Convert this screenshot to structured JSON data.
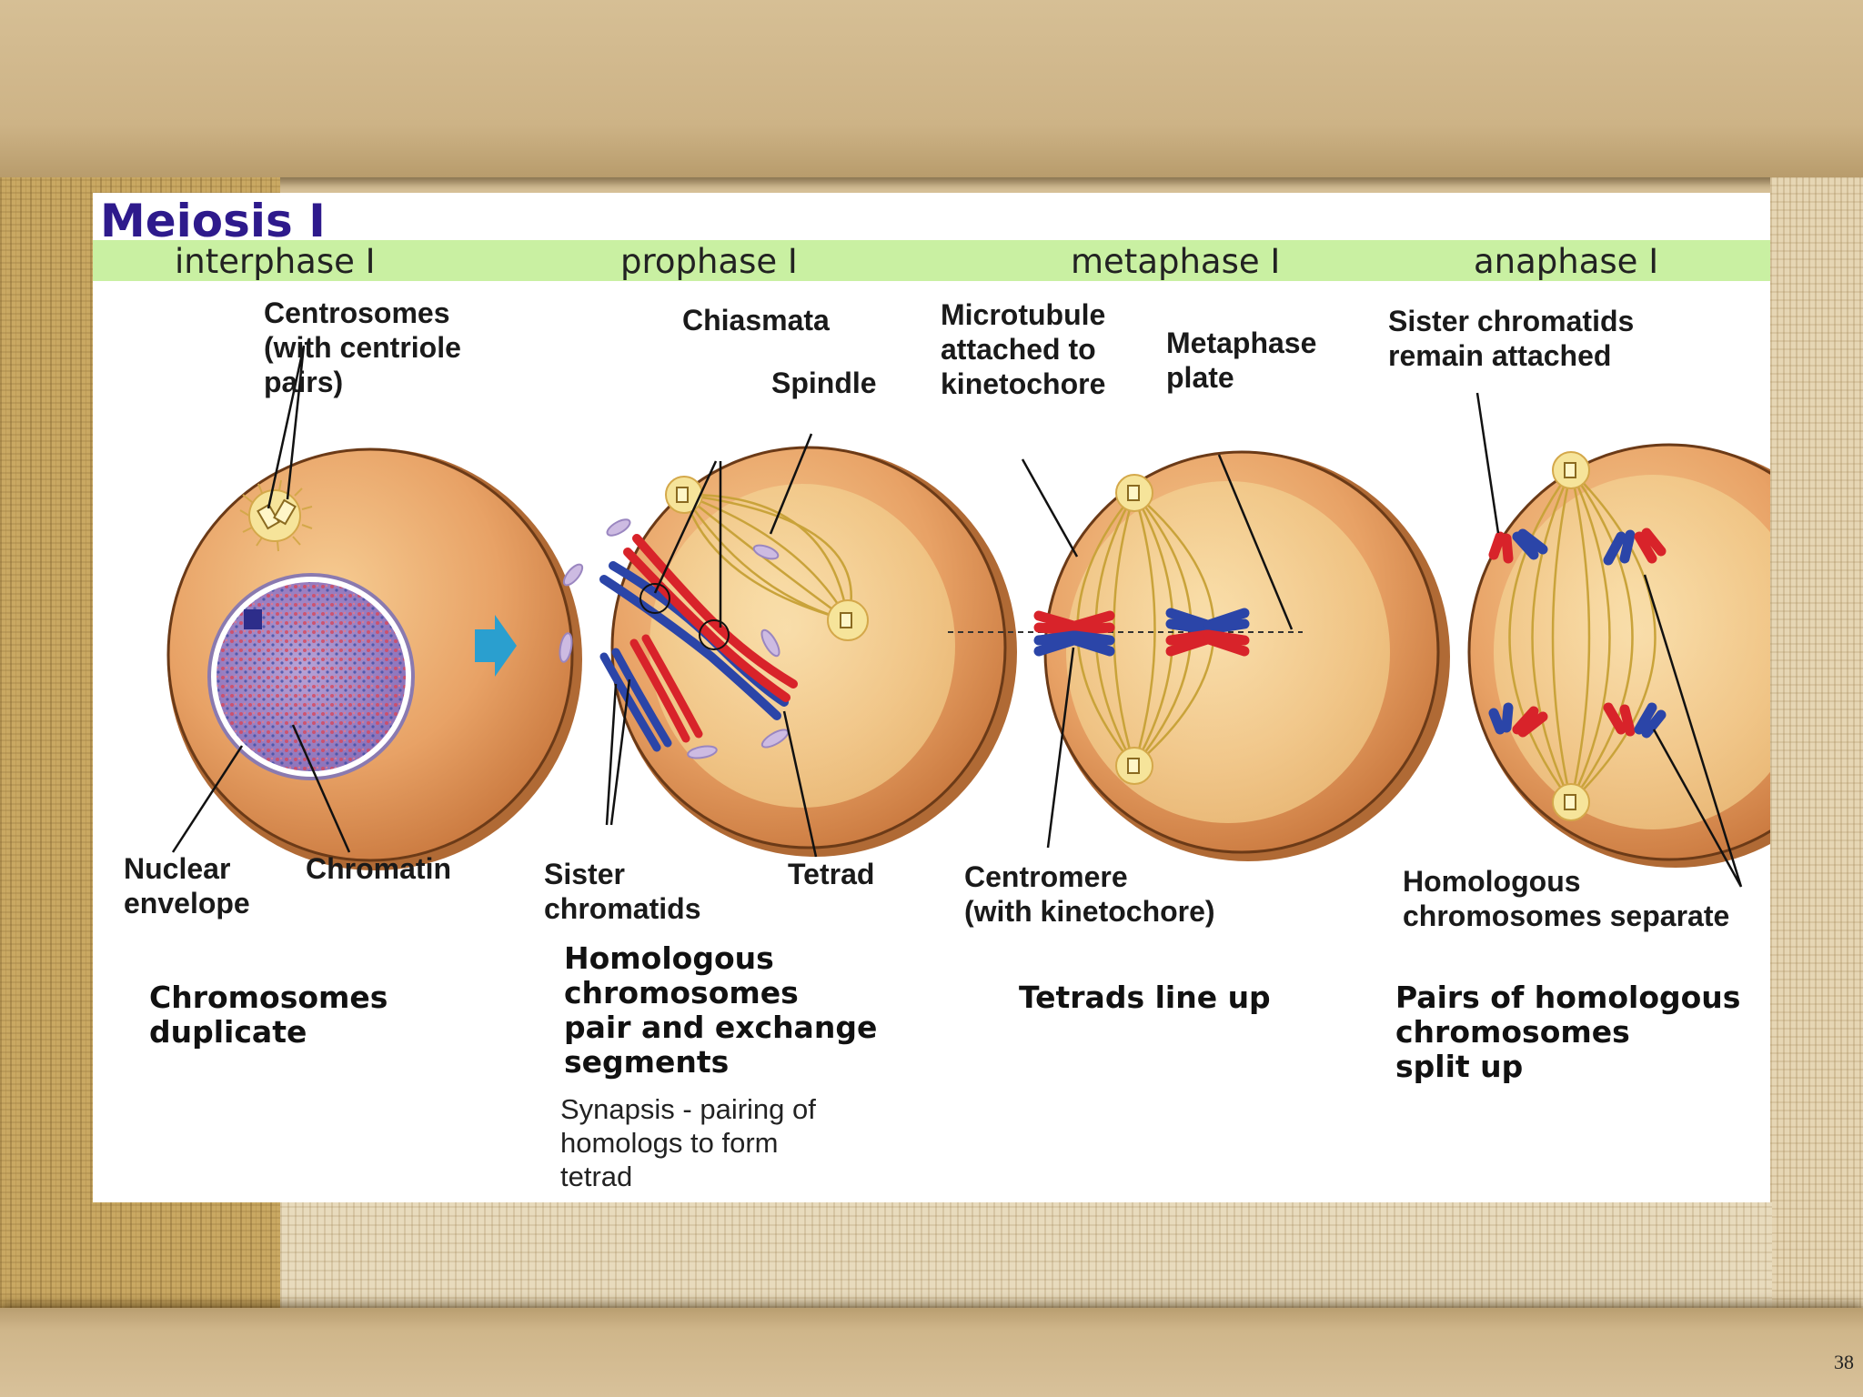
{
  "figure": {
    "title": "Meiosis I",
    "stages": [
      "interphase I",
      "prophase I",
      "metaphase I",
      "anaphase I"
    ],
    "labels": {
      "centrosomes": "Centrosomes\n(with centriole\npairs)",
      "nuclear_envelope": "Nuclear\nenvelope",
      "chromatin": "Chromatin",
      "chiasmata": "Chiasmata",
      "spindle": "Spindle",
      "sister_chromatids": "Sister\nchromatids",
      "tetrad": "Tetrad",
      "microtubule": "Microtubule\nattached to\nkinetochore",
      "metaphase_plate": "Metaphase\nplate",
      "centromere": "Centromere\n(with kinetochore)",
      "sister_remain": "Sister chromatids\nremain attached",
      "homologous_separate": "Homologous\nchromosomes separate"
    },
    "captions": {
      "interphase": "Chromosomes\nduplicate",
      "prophase": "Homologous\nchromosomes\npair and exchange\nsegments",
      "metaphase": "Tetrads line up",
      "anaphase": "Pairs of homologous\nchromosomes\nsplit up"
    },
    "note": "Synapsis - pairing of\nhomologs to form\ntetrad"
  },
  "slide": {
    "page_number": "38"
  },
  "colors": {
    "title": "#2e1a8c",
    "stage_band": "#c9f0a2",
    "arrow": "#2a9fcf",
    "chromosome_red": "#d8232a",
    "chromosome_blue": "#2b45a8",
    "cell": "#e9a56a"
  }
}
